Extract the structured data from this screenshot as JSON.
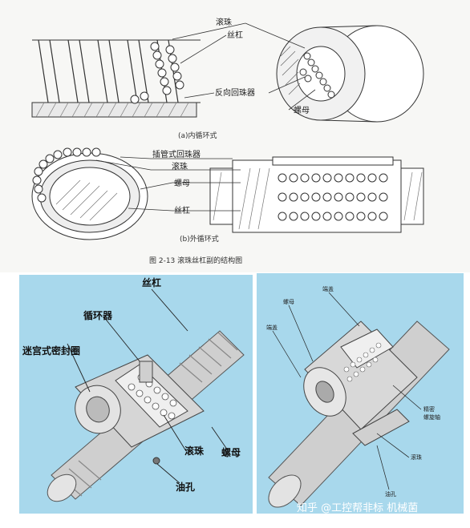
{
  "top": {
    "labels": {
      "gunzhu": "滚珠",
      "sigang": "丝杠",
      "fanxiang": "反向回珠器",
      "luomu": "螺母",
      "caption_a": "(a)内循环式",
      "chaguan": "插管式回珠器",
      "gunzhu_b": "滚珠",
      "luomu_b": "螺母",
      "sigang_b": "丝杠",
      "caption_b": "(b)外循环式",
      "figure": "图 2-13   滚珠丝杠副的结构图"
    }
  },
  "bottom_left": {
    "labels": {
      "sigang": "丝杠",
      "xunhuanqi": "循环器",
      "migong": "迷宫式密封圈",
      "gunzhu": "滚珠",
      "luomu": "螺母",
      "youkong": "油孔"
    }
  },
  "bottom_right": {
    "labels": {
      "duangai1": "端盖",
      "luomu": "螺母",
      "duangai2": "端盖",
      "jingmi": "精密",
      "luoxuanzhou": "螺旋轴",
      "gunzhu": "滚珠",
      "youkong": "油孔"
    },
    "watermark": "知乎 @工控帮非标 机械菌"
  },
  "colors": {
    "blue_bg": "#a8d8ec",
    "metal": "#d8d8d8",
    "ink": "#222222"
  }
}
